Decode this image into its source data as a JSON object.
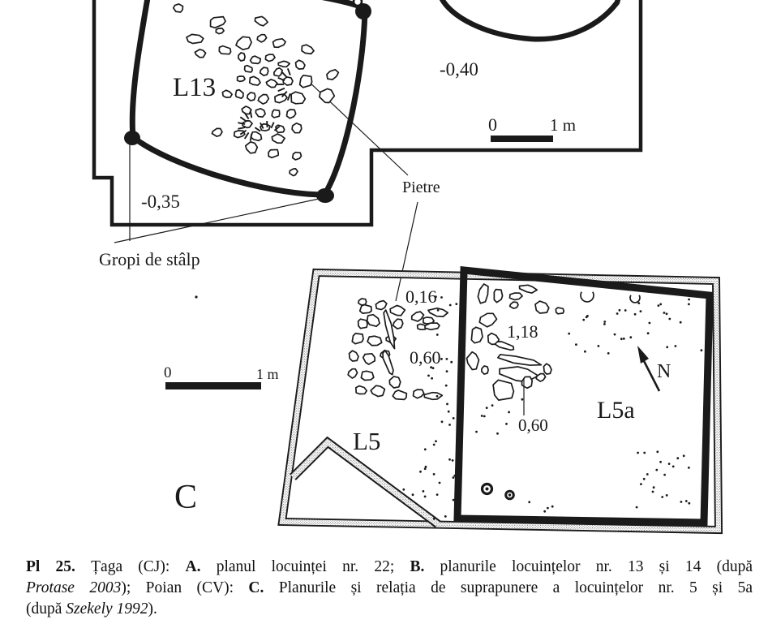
{
  "plan_b": {
    "dwelling_label": "L13",
    "depth_right": "-0,40",
    "depth_left": "-0,35",
    "stones_label": "Pietre",
    "postholes_label": "Gropi de stâlp",
    "scale": {
      "zero": "0",
      "one_m": "1 m"
    }
  },
  "plan_c": {
    "section_label": "C",
    "dwelling_l5": "L5",
    "dwelling_l5a": "L5a",
    "north_label": "N",
    "depth_016": "0,16",
    "depth_060_l5": "0,60",
    "depth_118": "1,18",
    "depth_060_l5a": "0,60",
    "scale": {
      "zero": "0",
      "one_m": "1 m"
    }
  },
  "colors": {
    "ink": "#1a1a1a",
    "paper": "#ffffff",
    "stipple": "#6b6b6b"
  },
  "caption": {
    "lines": [
      {
        "justify": true,
        "segments": [
          {
            "t": "Pl 25.",
            "s": "b"
          },
          {
            "t": " Țaga (CJ): ",
            "s": "n"
          },
          {
            "t": "A.",
            "s": "b"
          },
          {
            "t": " planul locuinței nr. 22; ",
            "s": "n"
          },
          {
            "t": "B.",
            "s": "b"
          },
          {
            "t": " planurile locuințelor nr. 13 și 14 (după",
            "s": "n"
          }
        ]
      },
      {
        "justify": true,
        "segments": [
          {
            "t": "Protase 2003",
            "s": "i"
          },
          {
            "t": "); Poian (CV): ",
            "s": "n"
          },
          {
            "t": "C.",
            "s": "b"
          },
          {
            "t": " Planurile și relația de suprapunere a locuințelor nr. 5 și 5a",
            "s": "n"
          }
        ]
      },
      {
        "justify": false,
        "segments": [
          {
            "t": "(după ",
            "s": "n"
          },
          {
            "t": "Szekely 1992",
            "s": "i"
          },
          {
            "t": ").",
            "s": "n"
          }
        ]
      }
    ]
  }
}
